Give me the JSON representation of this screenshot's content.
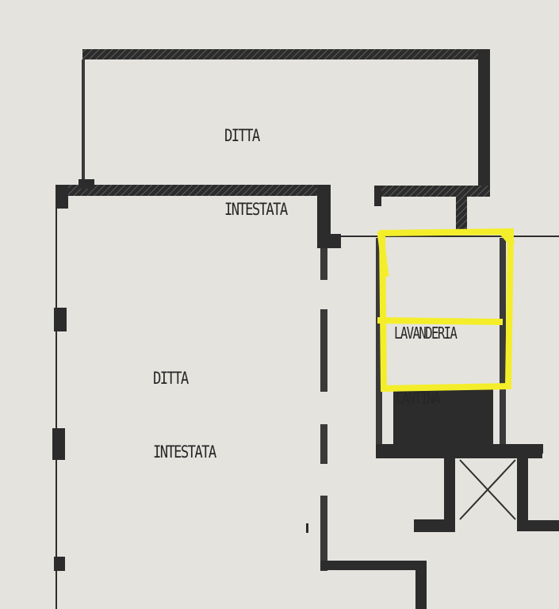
{
  "rooms": {
    "ditta_top": {
      "line1": "DITTA",
      "line2": "INTESTATA"
    },
    "ditta_big": {
      "line1": "DITTA",
      "line2": "INTESTATA"
    },
    "lavanderia": {
      "label": "LAVANDERIA"
    },
    "cantina": {
      "label": "CANTINA"
    }
  },
  "colors": {
    "paper": "#e4e3de",
    "wall": "#2c2c2c",
    "highlight": "#f4ee2a"
  }
}
